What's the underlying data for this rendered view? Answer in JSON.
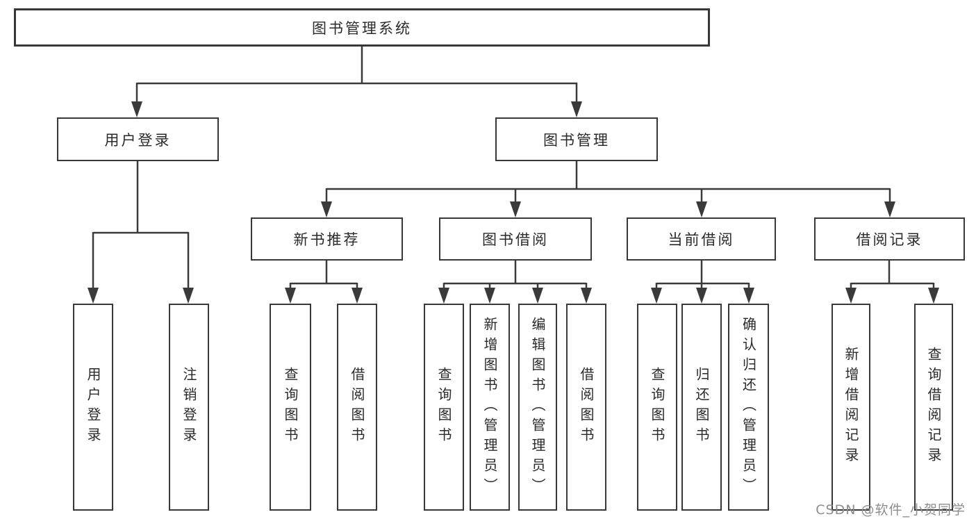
{
  "tree": {
    "root": {
      "label": "图书管理系统"
    },
    "branches": [
      {
        "label": "用户登录",
        "children": [
          {
            "label": "用户登录"
          },
          {
            "label": "注销登录"
          }
        ]
      },
      {
        "label": "图书管理",
        "sections": [
          {
            "label": "新书推荐",
            "children": [
              {
                "label": "查询图书"
              },
              {
                "label": "借阅图书"
              }
            ]
          },
          {
            "label": "图书借阅",
            "children": [
              {
                "label": "查询图书"
              },
              {
                "label": "新增图书（管理员）"
              },
              {
                "label": "编辑图书（管理员）"
              },
              {
                "label": "借阅图书"
              }
            ]
          },
          {
            "label": "当前借阅",
            "children": [
              {
                "label": "查询图书"
              },
              {
                "label": "归还图书"
              },
              {
                "label": "确认归还（管理员）"
              }
            ]
          },
          {
            "label": "借阅记录",
            "children": [
              {
                "label": "新增借阅记录"
              },
              {
                "label": "查询借阅记录"
              }
            ]
          }
        ]
      }
    ]
  },
  "watermark": {
    "text": "CSDN @软件_小贺同学"
  },
  "colors": {
    "background": "#ffffff",
    "line": "#3a3a3a",
    "box_border": "#383838",
    "text": "#2a2a2a",
    "watermark": "#8d8d8d"
  }
}
